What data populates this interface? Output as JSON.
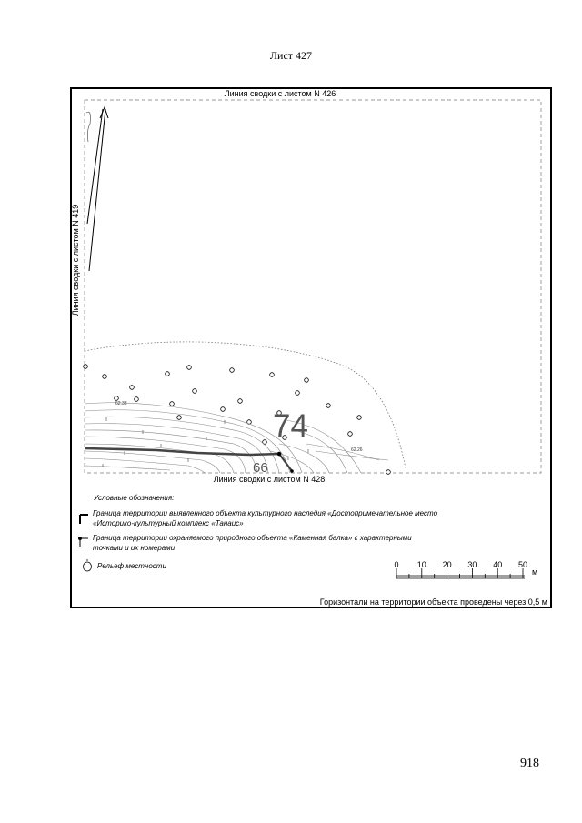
{
  "sheet": {
    "title": "Лист 427",
    "page_number": "918"
  },
  "map": {
    "edge_labels": {
      "top": "Линия сводки с листом N 426",
      "bottom": "Линия сводки с листом N 428",
      "left": "Линия сводки с листом N 419"
    },
    "parcel_numbers": [
      "74",
      "66"
    ],
    "contour_labels": [
      "62.38",
      "62.26"
    ]
  },
  "legend": {
    "title": "Условные обозначения:",
    "items": [
      {
        "line1": "Граница территории выявленного объекта культурного наследия «Достопримечательное место",
        "line2": "«Историко-культурный комплекс «Танаис»"
      },
      {
        "line1": "Граница территории охраняемого природного объекта «Каменная балка» с характерными",
        "line2": "точками и их номерами"
      },
      {
        "line1": "Рельеф местности",
        "line2": ""
      }
    ]
  },
  "scale_bar": {
    "ticks": [
      "0",
      "10",
      "20",
      "30",
      "40",
      "50"
    ],
    "unit": "м",
    "values": [
      0,
      10,
      20,
      30,
      40,
      50
    ]
  },
  "note": "Горизонтали на территории объекта проведены через 0,5 м"
}
